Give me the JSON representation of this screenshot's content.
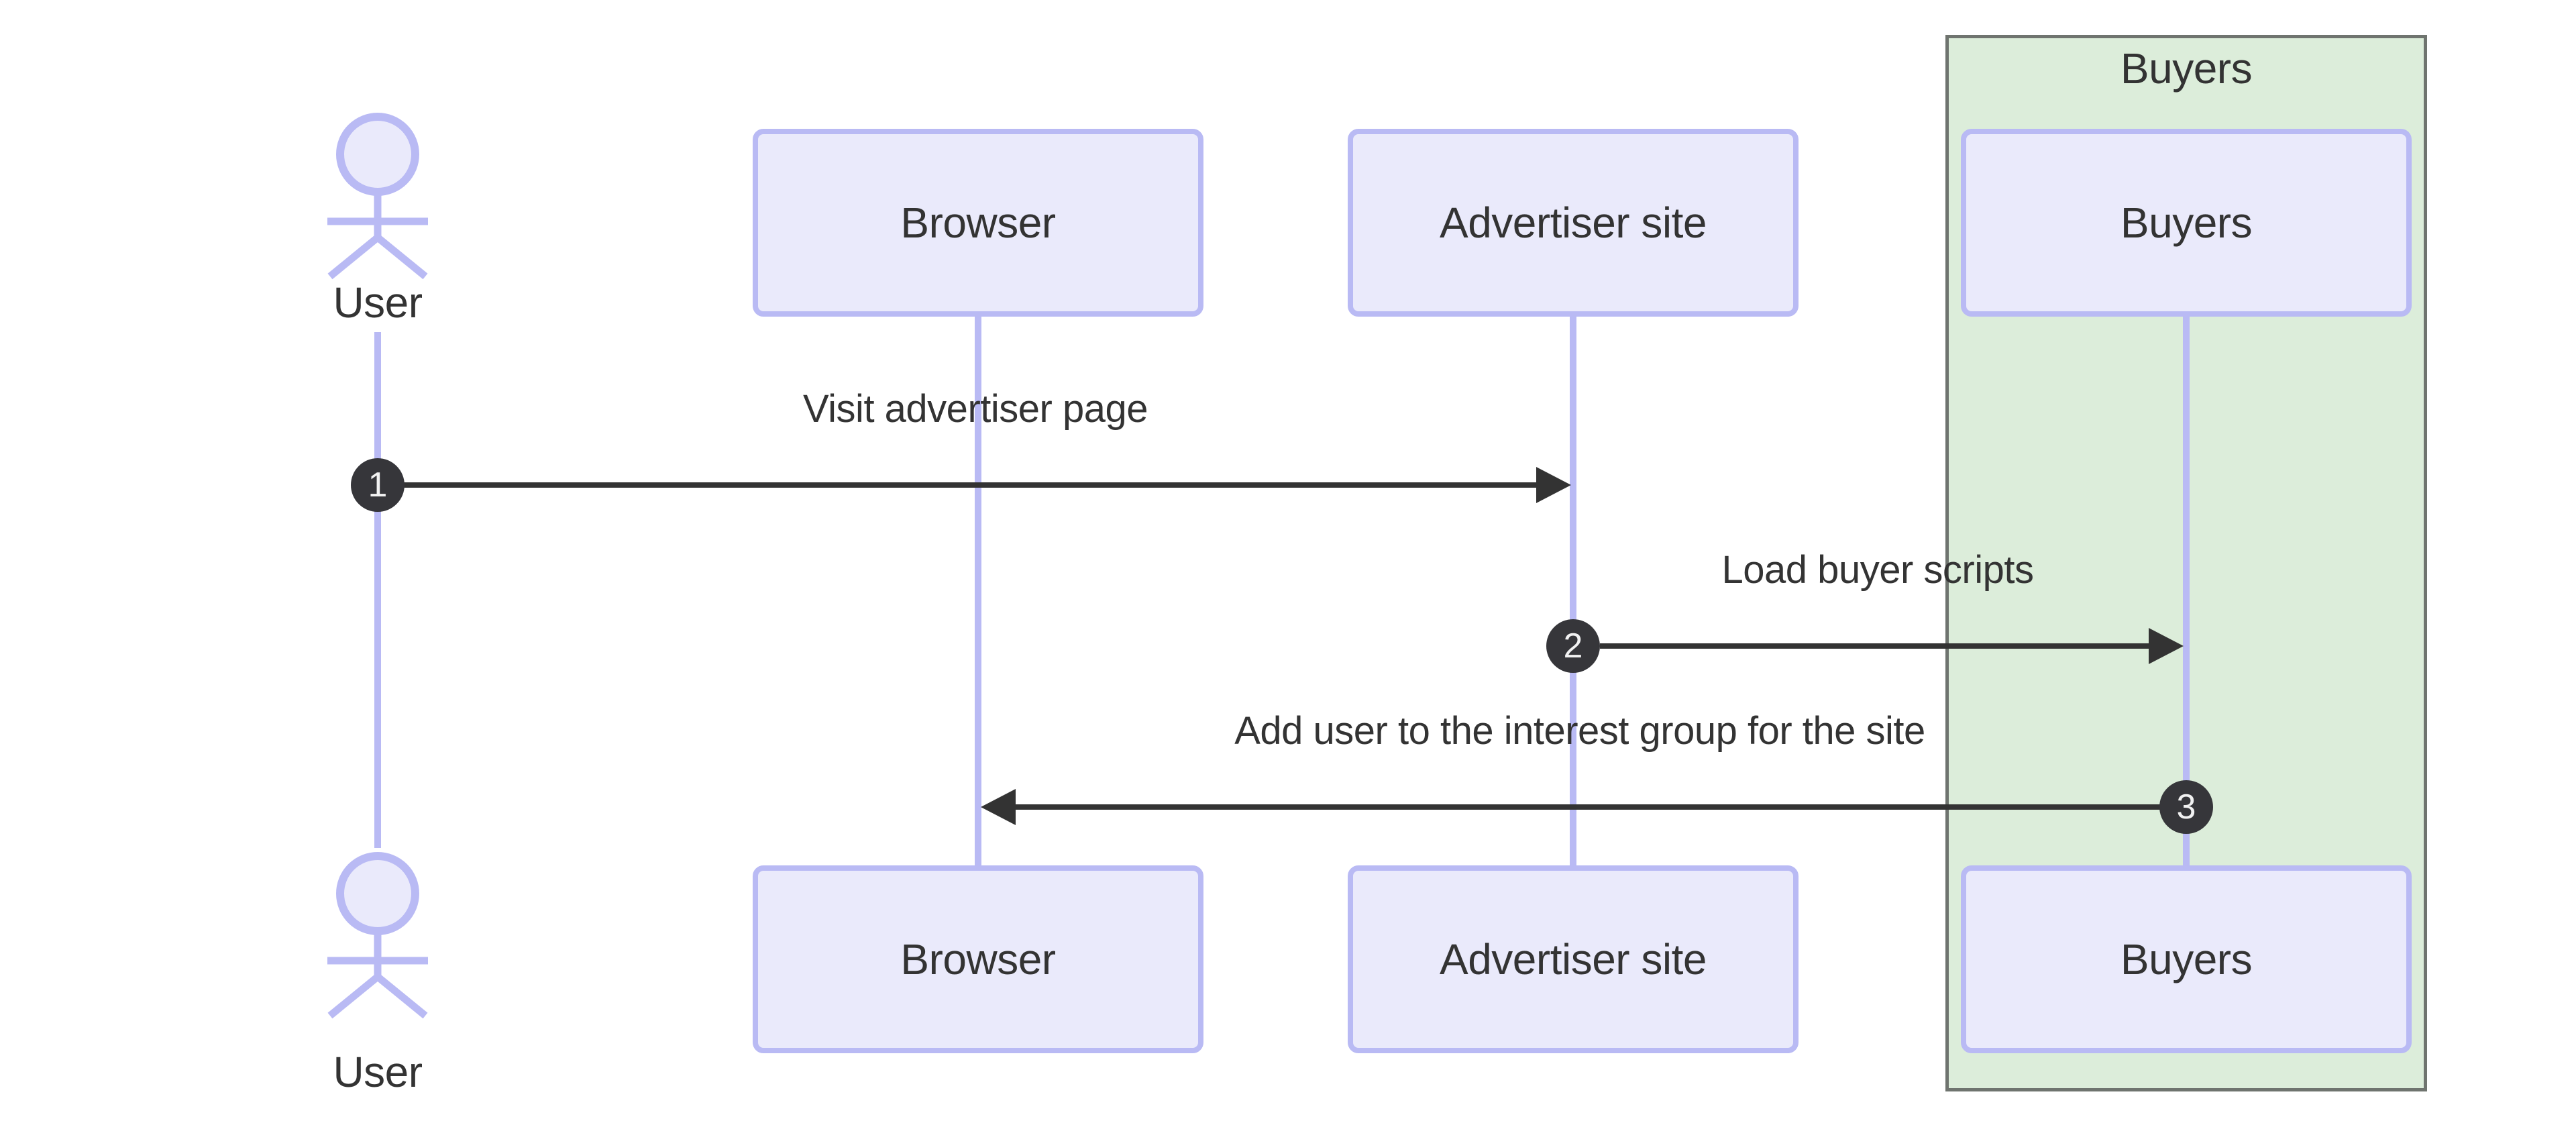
{
  "diagram_type": "sequence-diagram",
  "colors": {
    "lav-border": "#b9baf4",
    "lav-fill": "#eaeafb",
    "green-fill": "#dcedda",
    "green-border": "#6f746f",
    "ink": "#333333",
    "num-bg": "#36363a",
    "num-text": "#f2f2f2",
    "bg": "#ffffff"
  },
  "group": {
    "label": "Buyers"
  },
  "actors": {
    "user": {
      "label": "User",
      "type": "actor"
    },
    "browser": {
      "label": "Browser",
      "type": "participant"
    },
    "advertiser": {
      "label": "Advertiser site",
      "type": "participant"
    },
    "buyers": {
      "label": "Buyers",
      "type": "participant",
      "group": "Buyers"
    }
  },
  "messages": [
    {
      "seq": "1",
      "text": "Visit advertiser page",
      "from": "User",
      "to": "Advertiser site",
      "direction": "right"
    },
    {
      "seq": "2",
      "text": "Load buyer scripts",
      "from": "Advertiser site",
      "to": "Buyers",
      "direction": "right"
    },
    {
      "seq": "3",
      "text": "Add user to the interest group for the site",
      "from": "Buyers",
      "to": "Browser",
      "direction": "left"
    }
  ]
}
